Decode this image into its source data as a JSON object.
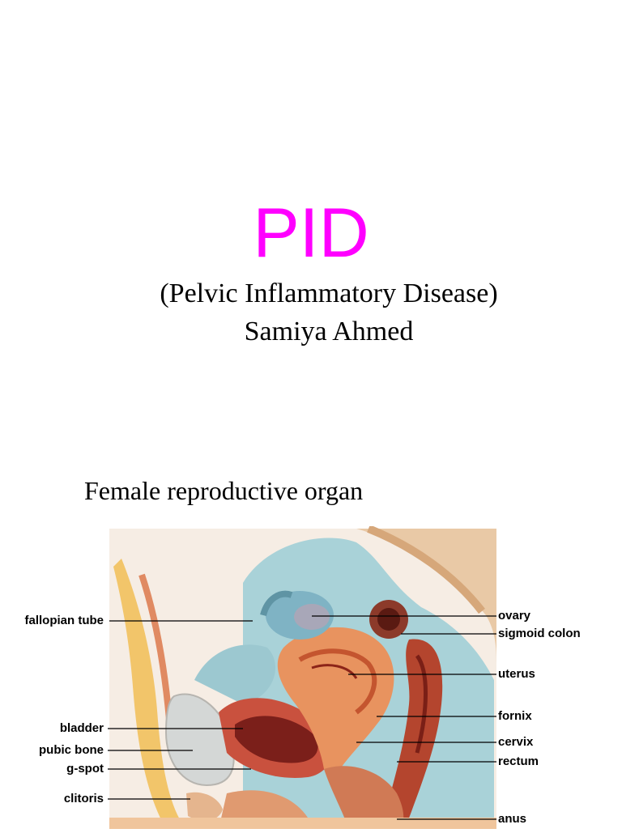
{
  "slide": {
    "title": "PID",
    "subtitle_line1": "(Pelvic Inflammatory Disease)",
    "subtitle_line2": "Samiya Ahmed",
    "caption": "Female reproductive organ"
  },
  "diagram": {
    "left_labels": [
      "fallopian tube",
      "bladder",
      "pubic bone",
      "g-spot",
      "clitoris"
    ],
    "right_labels": [
      "ovary",
      "sigmoid colon",
      "uterus",
      "fornix",
      "cervix",
      "rectum",
      "anus"
    ]
  },
  "colors": {
    "title": "#ff00ff"
  }
}
